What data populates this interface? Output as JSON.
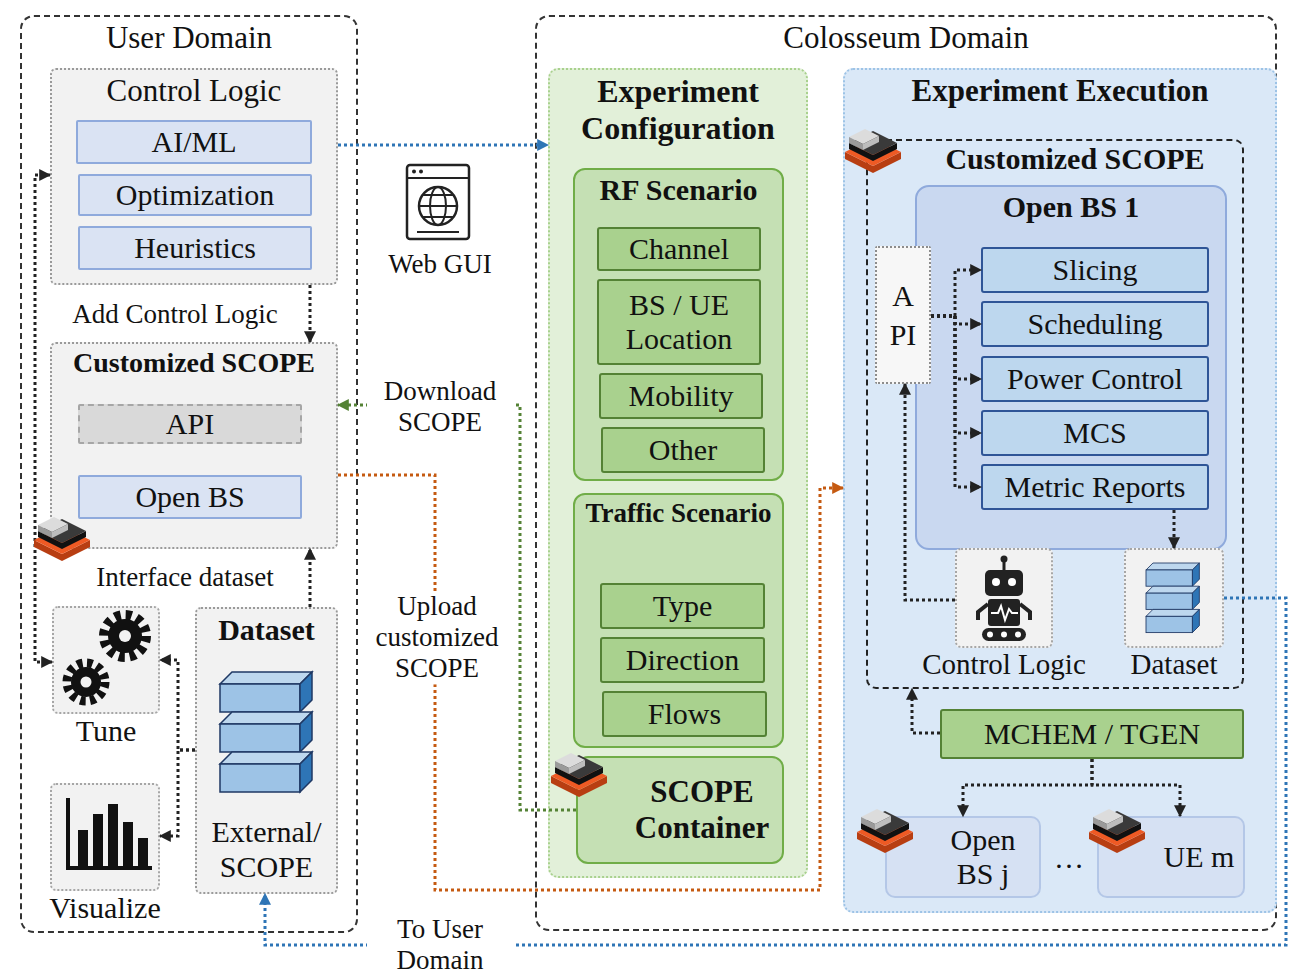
{
  "diagram": {
    "nodes": [
      {
        "text": [
          "User Domain"
        ]
      },
      {
        "text": [
          "Control Logic"
        ],
        "in": 0
      },
      {
        "text": [
          "AI/ML"
        ],
        "in": 1
      },
      {
        "text": [
          "Optimization"
        ],
        "in": 1
      },
      {
        "text": [
          "Heuristics"
        ],
        "in": 1
      },
      {
        "text": [
          "Customized SCOPE"
        ],
        "in": 0
      },
      {
        "text": [
          "API"
        ],
        "in": 5
      },
      {
        "text": [
          "Open BS"
        ],
        "in": 5
      },
      {
        "text": [
          "Tune"
        ],
        "in": 0
      },
      {
        "text": [
          "Dataset",
          "External/ SCOPE"
        ],
        "in": 0
      },
      {
        "text": [
          "Visualize"
        ],
        "in": 0
      },
      {
        "text": [
          "Colosseum Domain"
        ]
      },
      {
        "text": [
          "Experiment Configuration"
        ],
        "in": 11
      },
      {
        "text": [
          "RF Scenario"
        ],
        "in": 12
      },
      {
        "text": [
          "Channel"
        ],
        "in": 13
      },
      {
        "text": [
          "BS / UE Location"
        ],
        "in": 13
      },
      {
        "text": [
          "Mobility"
        ],
        "in": 13
      },
      {
        "text": [
          "Other"
        ],
        "in": 13
      },
      {
        "text": [
          "Traffic Scenario"
        ],
        "in": 12
      },
      {
        "text": [
          "Type"
        ],
        "in": 18
      },
      {
        "text": [
          "Direction"
        ],
        "in": 18
      },
      {
        "text": [
          "Flows"
        ],
        "in": 18
      },
      {
        "text": [
          "SCOPE Container"
        ],
        "in": 12
      },
      {
        "text": [
          "Experiment Execution"
        ],
        "in": 11
      },
      {
        "text": [
          "Customized SCOPE"
        ],
        "in": 23
      },
      {
        "text": [
          "Open BS 1"
        ],
        "in": 24
      },
      {
        "text": [
          "API"
        ],
        "in": 25
      },
      {
        "text": [
          "Slicing"
        ],
        "in": 25
      },
      {
        "text": [
          "Scheduling"
        ],
        "in": 25
      },
      {
        "text": [
          "Power Control"
        ],
        "in": 25
      },
      {
        "text": [
          "MCS"
        ],
        "in": 25
      },
      {
        "text": [
          "Metric Reports"
        ],
        "in": 25
      },
      {
        "text": [
          "Control Logic"
        ],
        "in": 24
      },
      {
        "text": [
          "Dataset"
        ],
        "in": 24
      },
      {
        "text": [
          "MCHEM / TGEN"
        ],
        "in": 23
      },
      {
        "text": [
          "Open BS j"
        ],
        "in": 23
      },
      {
        "text": [
          "UE m"
        ],
        "in": 23
      }
    ],
    "edges": [
      {
        "from": 1,
        "to": 5,
        "arrow": "to",
        "label": "Add Control Logic"
      },
      {
        "from": 9,
        "to": 5,
        "arrow": "to",
        "label": "Interface dataset"
      },
      {
        "from": 9,
        "to": 8,
        "arrow": "to"
      },
      {
        "from": 9,
        "to": 10,
        "arrow": "to"
      },
      {
        "from": 8,
        "to": 1,
        "arrow": "both"
      },
      {
        "from": 1,
        "to": 12,
        "arrow": "to",
        "label": "Web GUI"
      },
      {
        "from": 22,
        "to": 5,
        "arrow": "to",
        "label": "Download SCOPE"
      },
      {
        "from": 5,
        "to": 23,
        "arrow": "to",
        "label": "Upload customized SCOPE"
      },
      {
        "from": 26,
        "to": 27,
        "arrow": "to"
      },
      {
        "from": 26,
        "to": 28,
        "arrow": "to"
      },
      {
        "from": 26,
        "to": 29,
        "arrow": "to"
      },
      {
        "from": 26,
        "to": 30,
        "arrow": "to"
      },
      {
        "from": 26,
        "to": 31,
        "arrow": "to"
      },
      {
        "from": 32,
        "to": 26,
        "arrow": "to"
      },
      {
        "from": 31,
        "to": 33,
        "arrow": "to"
      },
      {
        "from": 34,
        "to": 24,
        "arrow": "to"
      },
      {
        "from": 34,
        "to": 35,
        "arrow": "to"
      },
      {
        "from": 34,
        "to": 36,
        "arrow": "to"
      },
      {
        "from": 33,
        "to": 9,
        "arrow": "to",
        "label": "To User Domain"
      }
    ],
    "labels": [
      "…"
    ]
  }
}
